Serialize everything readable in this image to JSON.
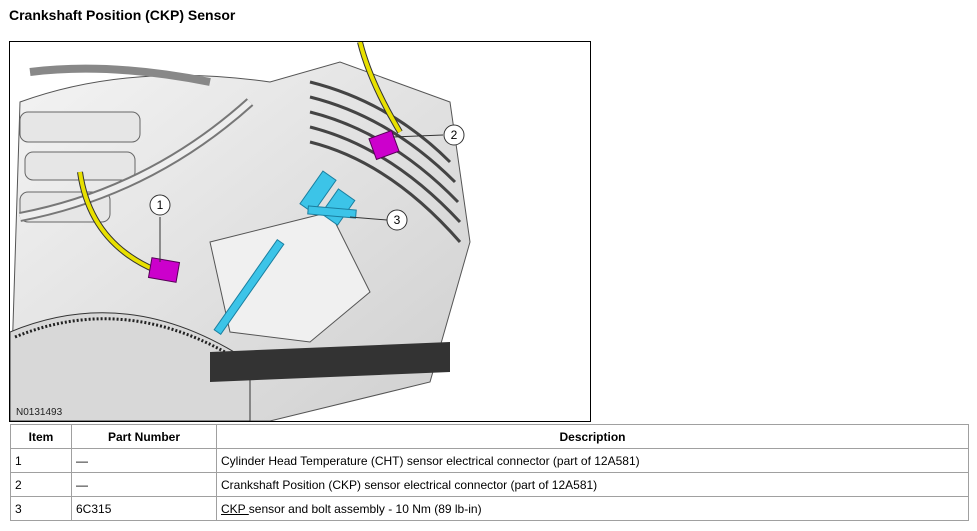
{
  "page": {
    "title": "Crankshaft Position (CKP) Sensor"
  },
  "figure": {
    "id": "N0131493",
    "callouts": [
      {
        "number": "1",
        "target": "Cylinder Head Temperature sensor connector"
      },
      {
        "number": "2",
        "target": "Crankshaft Position sensor connector"
      },
      {
        "number": "3",
        "target": "CKP sensor and bolt"
      }
    ],
    "colors": {
      "harness": "#e8e000",
      "connector": "#cc00cc",
      "sensor": "#3cc4e8"
    }
  },
  "parts_table": {
    "headers": {
      "item": "Item",
      "part_number": "Part Number",
      "description": "Description"
    },
    "rows": [
      {
        "item": "1",
        "part_number": "—",
        "description": "Cylinder Head Temperature (CHT) sensor electrical connector (part of 12A581)"
      },
      {
        "item": "2",
        "part_number": "—",
        "description": "Crankshaft Position (CKP) sensor electrical connector (part of 12A581)"
      },
      {
        "item": "3",
        "part_number": "6C315",
        "description_link": "CKP ",
        "description": "sensor and bolt assembly - 10 Nm (89 lb-in)"
      }
    ]
  }
}
